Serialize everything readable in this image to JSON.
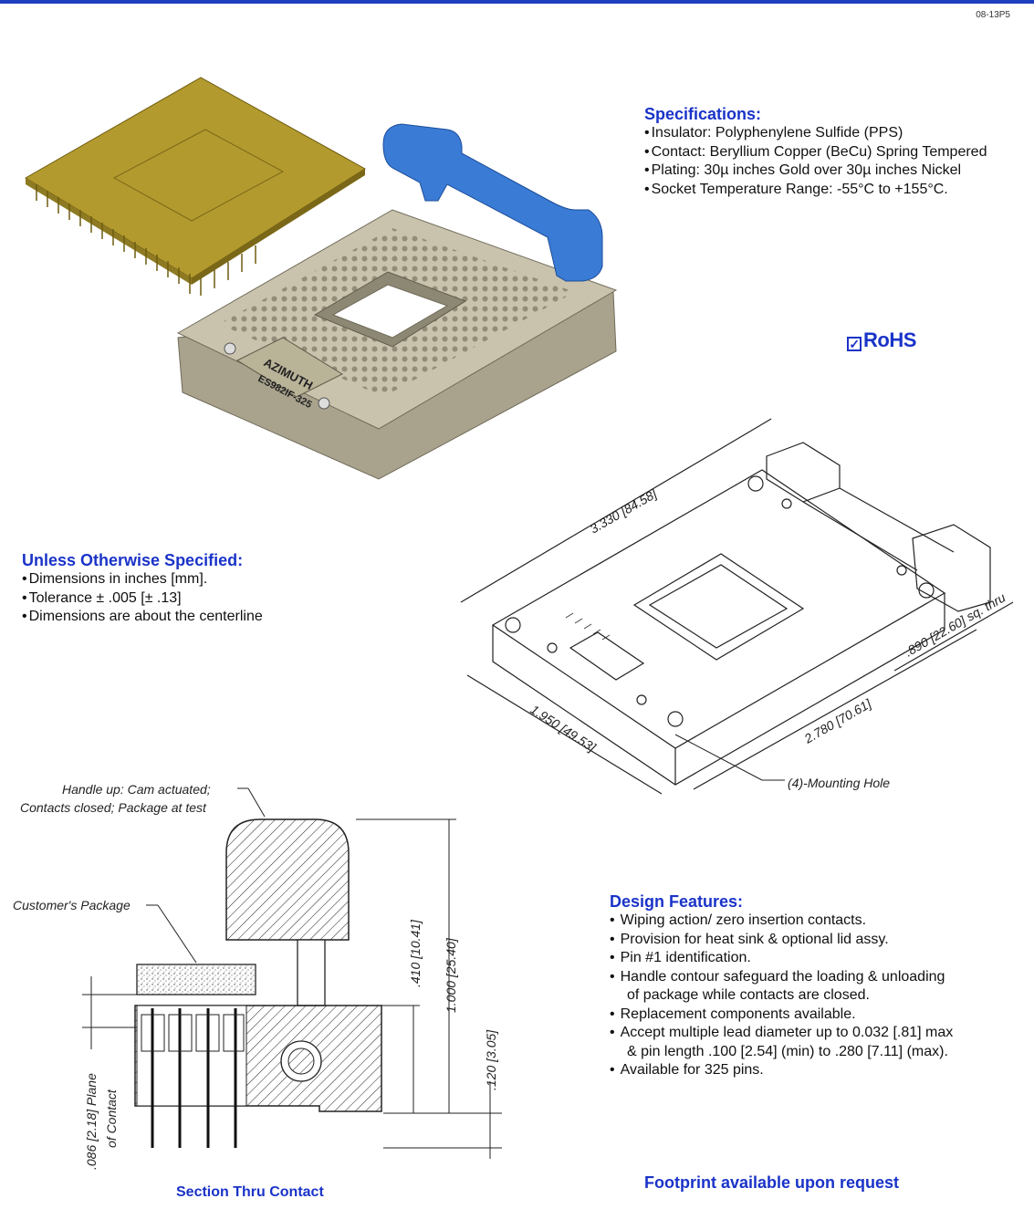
{
  "doc_number": "08-13P5",
  "specs": {
    "title": "Specifications:",
    "items": [
      "Insulator: Polyphenylene Sulfide (PPS)",
      "Contact: Beryllium Copper (BeCu) Spring Tempered",
      "Plating: 30µ inches Gold over 30µ inches Nickel",
      "Socket Temperature Range: -55°C to +155°C."
    ]
  },
  "rohs": "RoHS",
  "unless": {
    "title": "Unless Otherwise Specified:",
    "items": [
      "Dimensions in inches [mm].",
      "Tolerance ± .005 [± .13]",
      "Dimensions are about the centerline"
    ]
  },
  "iso_drawing": {
    "brand": "AZIMUTH",
    "model": "ES982IF-325",
    "dim_length": "3.330 [84.58]",
    "dim_width": "1.950 [49.53]",
    "dim_depth": "2.780 [70.61]",
    "dim_opening": ".890 [22.60] sq. thru",
    "mounting_hole": "(4)-Mounting Hole"
  },
  "section": {
    "handle_note_1": "Handle up: Cam actuated;",
    "handle_note_2": "Contacts closed; Package at test",
    "customer_package": "Customer's Package",
    "dim_410": ".410 [10.41]",
    "dim_1000": "1.000 [25.40]",
    "dim_120": ".120 [3.05]",
    "plane_1": ".086 [2.18] Plane",
    "plane_2": "of Contact",
    "caption": "Section Thru Contact"
  },
  "design": {
    "title": "Design Features:",
    "items": [
      {
        "line1": "Wiping action/ zero insertion contacts.",
        "line2": ""
      },
      {
        "line1": "Provision for heat sink & optional lid assy.",
        "line2": ""
      },
      {
        "line1": "Pin #1 identification.",
        "line2": ""
      },
      {
        "line1": "Handle contour safeguard the loading & unloading",
        "line2": "of package while contacts are closed."
      },
      {
        "line1": "Replacement components available.",
        "line2": ""
      },
      {
        "line1": "Accept multiple lead diameter up to 0.032 [.81] max",
        "line2": "& pin length .100 [2.54] (min) to .280 [7.11] (max)."
      },
      {
        "line1": "Available for 325 pins.",
        "line2": ""
      }
    ]
  },
  "footprint": "Footprint available upon request",
  "colors": {
    "accent": "#1a33c8",
    "package_gold": "#b39a2e",
    "handle_blue": "#3a7bd5",
    "socket_tan": "#c9c3ad"
  }
}
